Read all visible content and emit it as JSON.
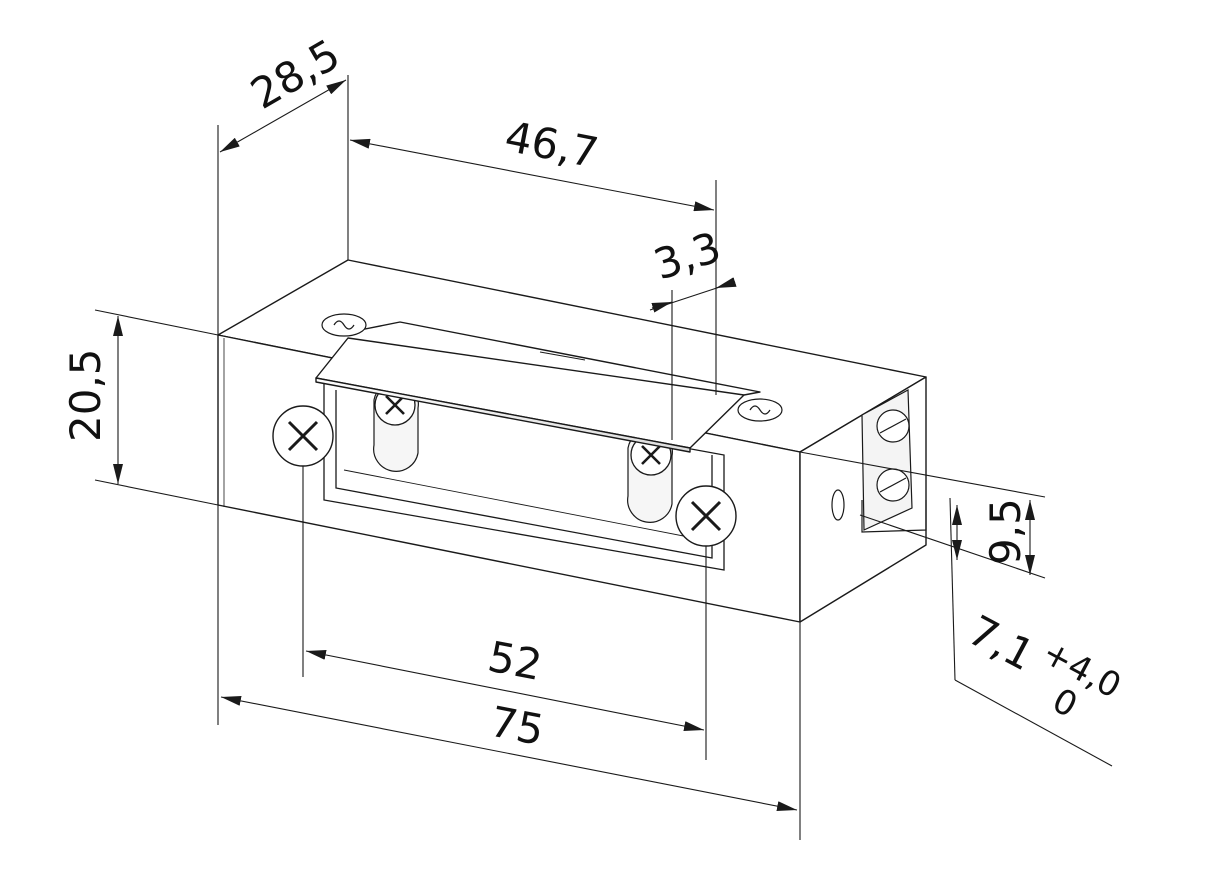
{
  "dimensions": {
    "width_depth": "28,5",
    "faceplate_length": "46,7",
    "latch_offset": "3,3",
    "height": "20,5",
    "fixing_distance": "52",
    "total_length": "75",
    "terminal_height": "9,5",
    "latch_projection": "7,1",
    "tolerance_upper": "+4,0",
    "tolerance_lower": "0"
  },
  "colors": {
    "line": "#1a1a1a",
    "body_fill": "#ffffff",
    "shade": "#e9e9e9"
  }
}
